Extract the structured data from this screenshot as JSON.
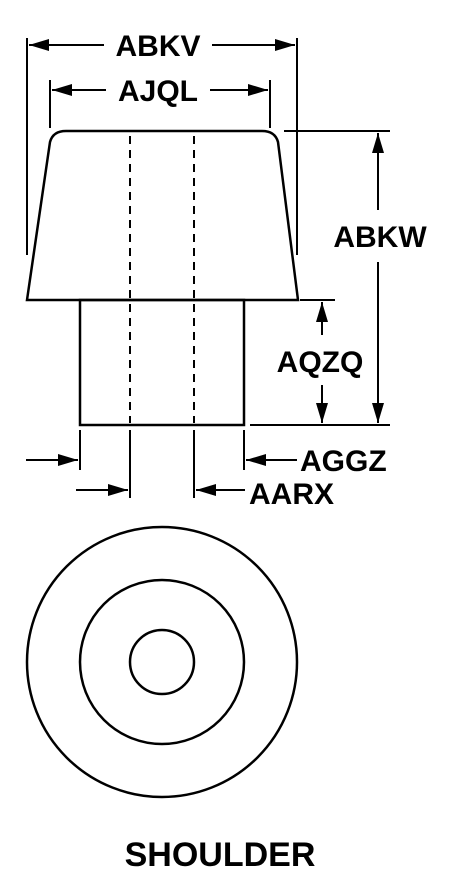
{
  "diagram": {
    "dimensions": {
      "overall_top_width": "ABKV",
      "top_face_width": "AJQL",
      "overall_height": "ABKW",
      "shank_height": "AQZQ",
      "shank_diameter": "AGGZ",
      "bore_diameter": "AARX"
    },
    "caption": "SHOULDER"
  }
}
